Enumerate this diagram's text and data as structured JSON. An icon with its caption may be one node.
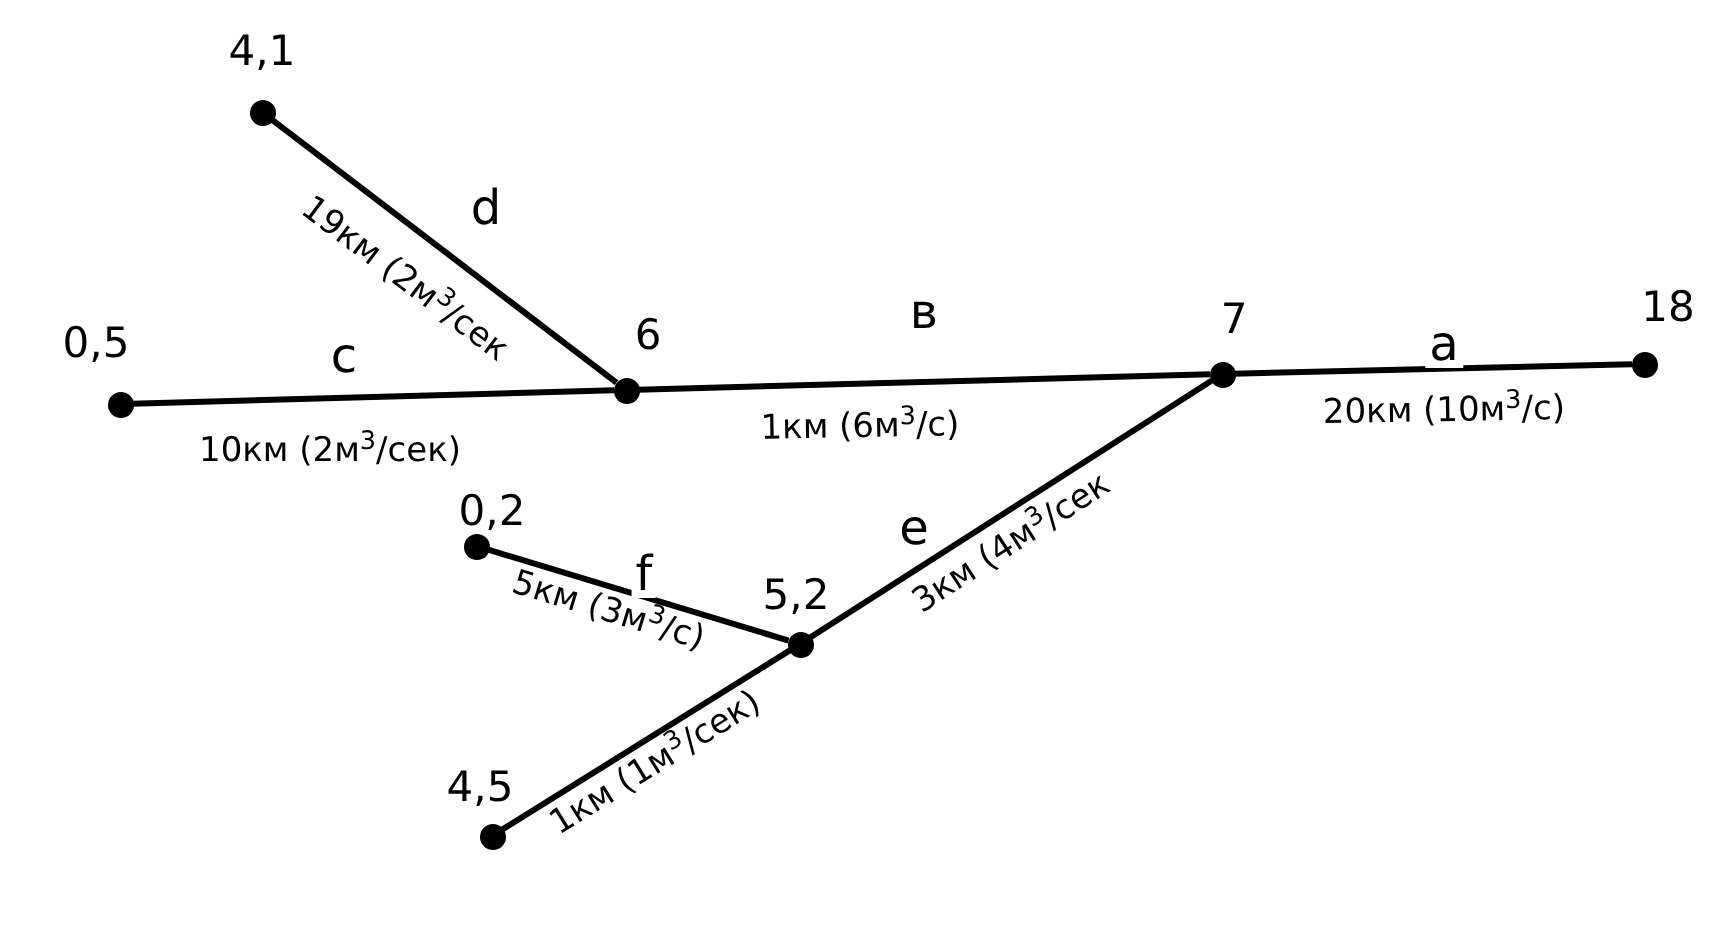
{
  "diagram": {
    "nodes": [
      {
        "text": [],
        "shape": "circle",
        "beside": [
          "4,1"
        ]
      },
      {
        "text": [],
        "shape": "circle",
        "beside": [
          "0,5"
        ]
      },
      {
        "text": [],
        "shape": "circle",
        "beside": [
          "6"
        ]
      },
      {
        "text": [],
        "shape": "circle",
        "beside": [
          "7"
        ]
      },
      {
        "text": [],
        "shape": "circle",
        "beside": [
          "18"
        ]
      },
      {
        "text": [],
        "shape": "circle",
        "beside": [
          "0,2"
        ]
      },
      {
        "text": [],
        "shape": "circle",
        "beside": [
          "5,2"
        ]
      },
      {
        "text": [],
        "shape": "circle",
        "beside": [
          "4,5"
        ]
      }
    ],
    "edges": [
      {
        "from": 0,
        "to": 2,
        "arrow": "none",
        "label": "d"
      },
      {
        "from": 1,
        "to": 2,
        "arrow": "none",
        "label": "c"
      },
      {
        "from": 2,
        "to": 3,
        "arrow": "none",
        "label": "в"
      },
      {
        "from": 3,
        "to": 4,
        "arrow": "none",
        "label": "a"
      },
      {
        "from": 5,
        "to": 6,
        "arrow": "none",
        "label": "f"
      },
      {
        "from": 6,
        "to": 3,
        "arrow": "none",
        "label": "e"
      },
      {
        "from": 7,
        "to": 6,
        "arrow": "none"
      }
    ],
    "labels": [
      "19км (2м$^{3}$/сек",
      "10км (2м$^{3}$/сек)",
      "1км (6м$^{3}$/с)",
      "20км (10м$^{3}$/с)",
      "5км (3м$^{3}$/с)",
      "3км (4м$^{3}$/сек",
      "1км (1м$^{3}$/сек)"
    ]
  }
}
